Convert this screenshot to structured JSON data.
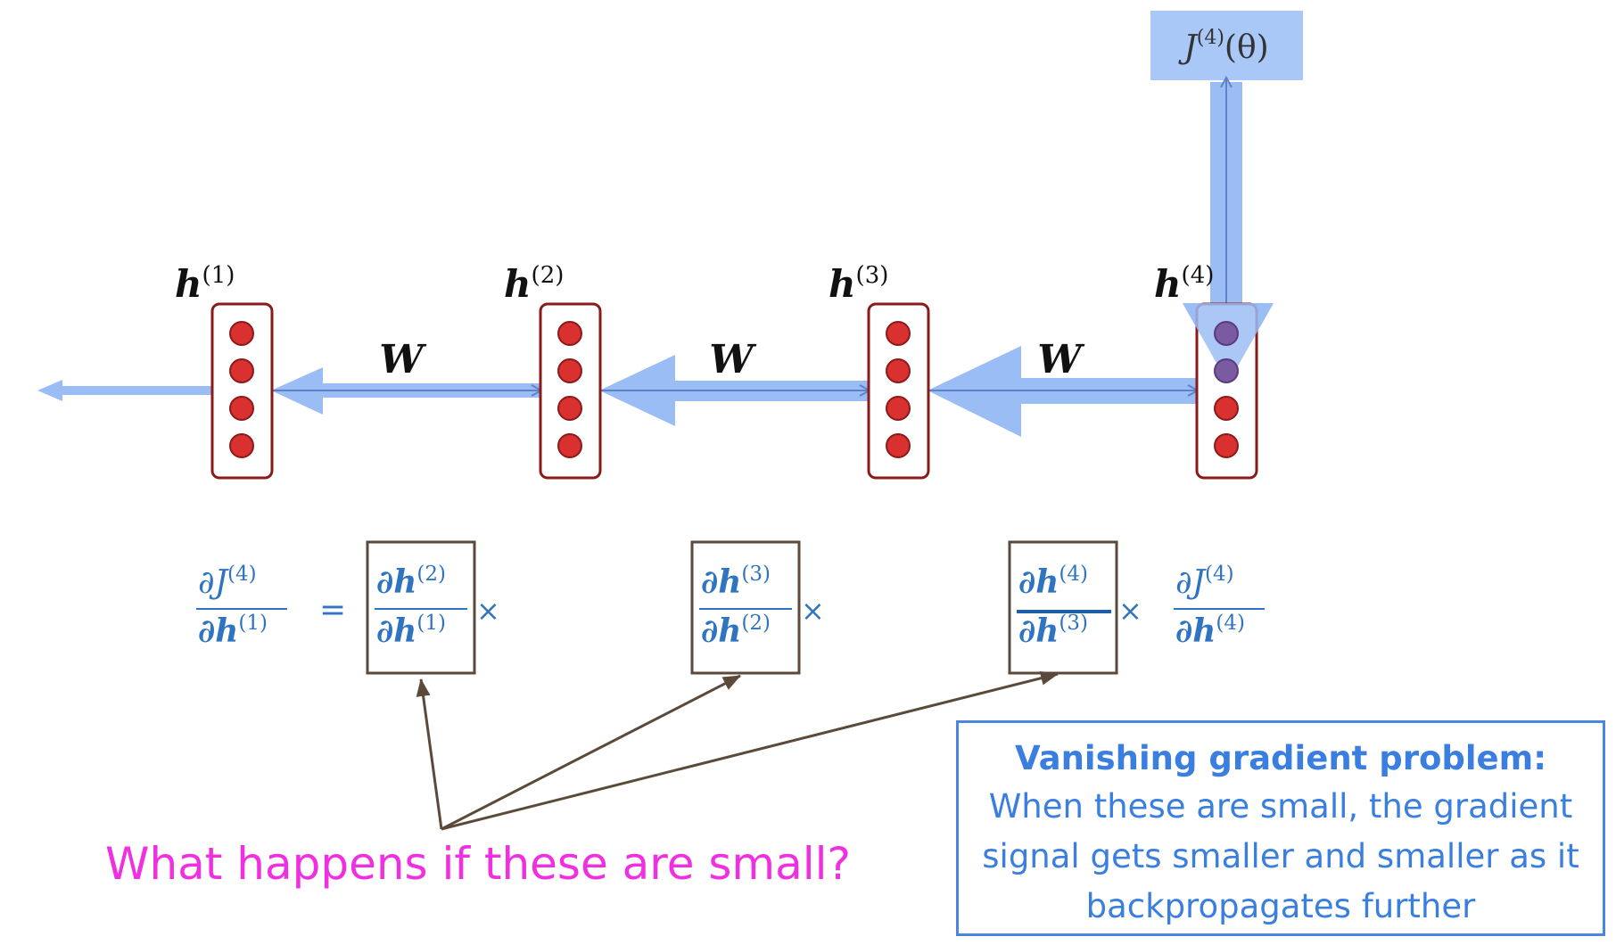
{
  "diagram": {
    "loss_label": "J(4)(θ)",
    "loss_main": "J",
    "loss_sup": "(4)",
    "loss_arg": "(θ)",
    "hidden_states": [
      {
        "main": "h",
        "sup": "(1)"
      },
      {
        "main": "h",
        "sup": "(2)"
      },
      {
        "main": "h",
        "sup": "(3)"
      },
      {
        "main": "h",
        "sup": "(4)"
      }
    ],
    "weight_label": "W",
    "equation": {
      "lhs_num_main": "∂J",
      "lhs_num_sup": "(4)",
      "lhs_den_main": "∂h",
      "lhs_den_sup": "(1)",
      "equals": "=",
      "times": "×",
      "factors": [
        {
          "num_main": "∂h",
          "num_sup": "(2)",
          "den_main": "∂h",
          "den_sup": "(1)"
        },
        {
          "num_main": "∂h",
          "num_sup": "(3)",
          "den_main": "∂h",
          "den_sup": "(2)"
        },
        {
          "num_main": "∂h",
          "num_sup": "(4)",
          "den_main": "∂h",
          "den_sup": "(3)"
        }
      ],
      "rhs_num_main": "∂J",
      "rhs_num_sup": "(4)",
      "rhs_den_main": "∂h",
      "rhs_den_sup": "(4)"
    },
    "question": "What happens if these are small?",
    "problem": {
      "title": "Vanishing gradient problem:",
      "lines": [
        "When these are small, the gradient",
        "signal gets smaller and smaller as it",
        "backpropagates further"
      ]
    },
    "colors": {
      "node_fill": "#d93030",
      "node_border": "#8b1a1a",
      "gradient_arrow": "#9bbdf5",
      "forward_arrow": "#5f82c6",
      "equation_text": "#2f74c0",
      "callout_arrow": "#5b4a3a",
      "question_text": "#f030e0",
      "problem_text": "#3a7fe0"
    }
  }
}
